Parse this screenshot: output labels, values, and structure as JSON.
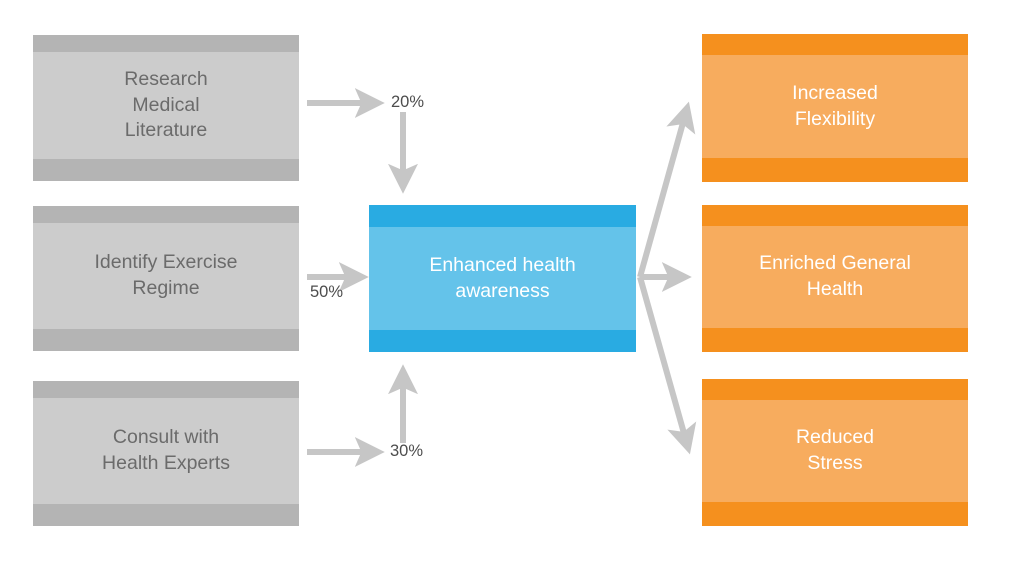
{
  "diagram": {
    "title": "Enhanced health awareness flowchart",
    "colors": {
      "input_band": "#b4b4b4",
      "input_body": "#cccccc",
      "input_text": "#6b6b6b",
      "center_band": "#29abe2",
      "center_body": "#64c3ea",
      "center_text": "#ffffff",
      "output_band": "#f5901e",
      "output_body": "#f7ac5e",
      "output_text": "#ffffff",
      "connector": "#c6c6c6",
      "label_text": "#4d4d4d",
      "background": "#ffffff"
    },
    "inputs": [
      {
        "label": "Research\nMedical\nLiterature",
        "line1": "Research",
        "line2": "Medical",
        "line3": "Literature"
      },
      {
        "label": "Identify Exercise\nRegime",
        "line1": "Identify Exercise",
        "line2": "Regime",
        "line3": ""
      },
      {
        "label": "Consult with\nHealth Experts",
        "line1": "Consult with",
        "line2": "Health Experts",
        "line3": ""
      }
    ],
    "center": {
      "line1": "Enhanced health",
      "line2": "awareness"
    },
    "outputs": [
      {
        "line1": "Increased",
        "line2": "Flexibility"
      },
      {
        "line1": "Enriched General",
        "line2": "Health"
      },
      {
        "line1": "Reduced",
        "line2": "Stress"
      }
    ],
    "connector_labels": [
      {
        "value": "20%",
        "from": "Research Medical Literature",
        "to": "Enhanced health awareness"
      },
      {
        "value": "50%",
        "from": "Identify Exercise Regime",
        "to": "Enhanced health awareness"
      },
      {
        "value": "30%",
        "from": "Consult with Health Experts",
        "to": "Enhanced health awareness"
      }
    ]
  }
}
